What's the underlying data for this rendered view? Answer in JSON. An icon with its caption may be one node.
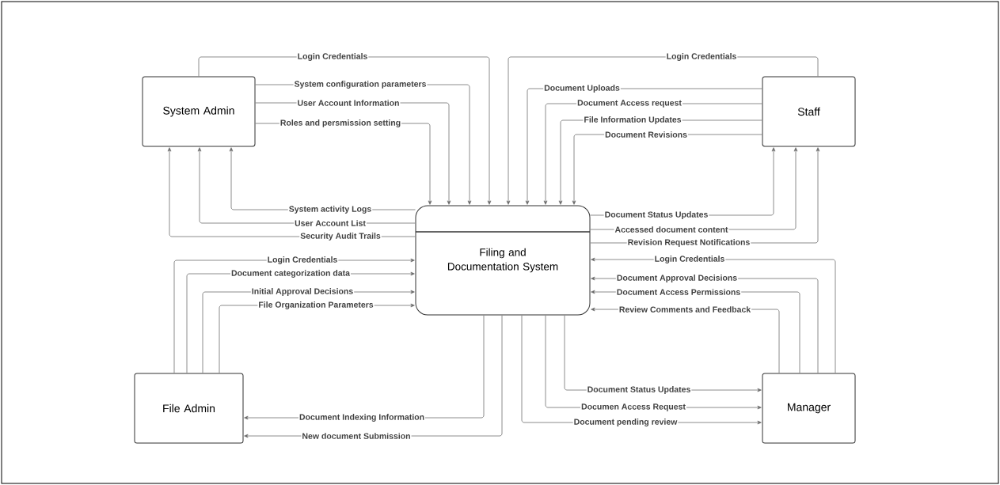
{
  "diagram": {
    "nodes": [
      {
        "text": [
          "System Admin"
        ]
      },
      {
        "text": [
          "Staff"
        ]
      },
      {
        "text": [
          "Filing and Documentation System"
        ]
      },
      {
        "text": [
          "File Admin"
        ]
      },
      {
        "text": [
          "Manager"
        ]
      }
    ],
    "edges": [
      {
        "from": 0,
        "to": 2,
        "arrow": "to",
        "label": "Login Credentials"
      },
      {
        "from": 0,
        "to": 2,
        "arrow": "to",
        "label": "System configuration parameters"
      },
      {
        "from": 0,
        "to": 2,
        "arrow": "to",
        "label": "User Account Information"
      },
      {
        "from": 0,
        "to": 2,
        "arrow": "to",
        "label": "Roles and persmission setting"
      },
      {
        "from": 2,
        "to": 0,
        "arrow": "to",
        "label": "System activity Logs"
      },
      {
        "from": 2,
        "to": 0,
        "arrow": "to",
        "label": "User Account List"
      },
      {
        "from": 2,
        "to": 0,
        "arrow": "to",
        "label": "Security Audit Trails"
      },
      {
        "from": 1,
        "to": 2,
        "arrow": "to",
        "label": "Login Credentials"
      },
      {
        "from": 1,
        "to": 2,
        "arrow": "to",
        "label": "Document Uploads"
      },
      {
        "from": 1,
        "to": 2,
        "arrow": "to",
        "label": "Document Access request"
      },
      {
        "from": 1,
        "to": 2,
        "arrow": "to",
        "label": "File Information Updates"
      },
      {
        "from": 1,
        "to": 2,
        "arrow": "to",
        "label": "Document Revisions"
      },
      {
        "from": 2,
        "to": 1,
        "arrow": "to",
        "label": "Document Status Updates"
      },
      {
        "from": 2,
        "to": 1,
        "arrow": "to",
        "label": "Accessed document content"
      },
      {
        "from": 2,
        "to": 1,
        "arrow": "to",
        "label": "Revision Request Notifications"
      },
      {
        "from": 3,
        "to": 2,
        "arrow": "to",
        "label": "Login Credentials"
      },
      {
        "from": 3,
        "to": 2,
        "arrow": "to",
        "label": "Document categorization data"
      },
      {
        "from": 3,
        "to": 2,
        "arrow": "to",
        "label": "Initial Approval Decisions"
      },
      {
        "from": 3,
        "to": 2,
        "arrow": "to",
        "label": "File Organization Parameters"
      },
      {
        "from": 2,
        "to": 3,
        "arrow": "to",
        "label": "Document Indexing Information"
      },
      {
        "from": 2,
        "to": 3,
        "arrow": "to",
        "label": "New document Submission"
      },
      {
        "from": 4,
        "to": 2,
        "arrow": "to",
        "label": "Login Credentials"
      },
      {
        "from": 4,
        "to": 2,
        "arrow": "to",
        "label": "Document Approval Decisions"
      },
      {
        "from": 4,
        "to": 2,
        "arrow": "to",
        "label": "Document Access Permissions"
      },
      {
        "from": 4,
        "to": 2,
        "arrow": "to",
        "label": "Review Comments and Feedback"
      },
      {
        "from": 2,
        "to": 4,
        "arrow": "to",
        "label": "Document Status Updates"
      },
      {
        "from": 2,
        "to": 4,
        "arrow": "to",
        "label": "Documen Access Request"
      },
      {
        "from": 2,
        "to": 4,
        "arrow": "to",
        "label": "Document pending review"
      }
    ]
  }
}
